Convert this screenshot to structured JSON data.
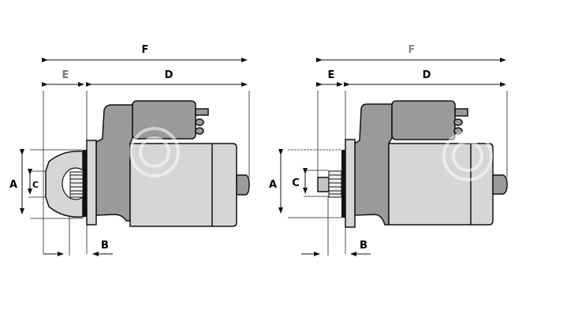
{
  "diagrams": [
    {
      "name": "starter-left",
      "labels": {
        "F": "F",
        "E": "E",
        "D": "D",
        "A": "A",
        "C": "C",
        "B": "B"
      }
    },
    {
      "name": "starter-right",
      "labels": {
        "F": "F",
        "E": "E",
        "D": "D",
        "A": "A",
        "C": "C",
        "B": "B"
      }
    }
  ],
  "colors": {
    "dark_gray": "#9a9a9a",
    "mid_gray": "#b4b4b4",
    "light_gray": "#d6d6d6",
    "f_label_right": "#888888"
  }
}
